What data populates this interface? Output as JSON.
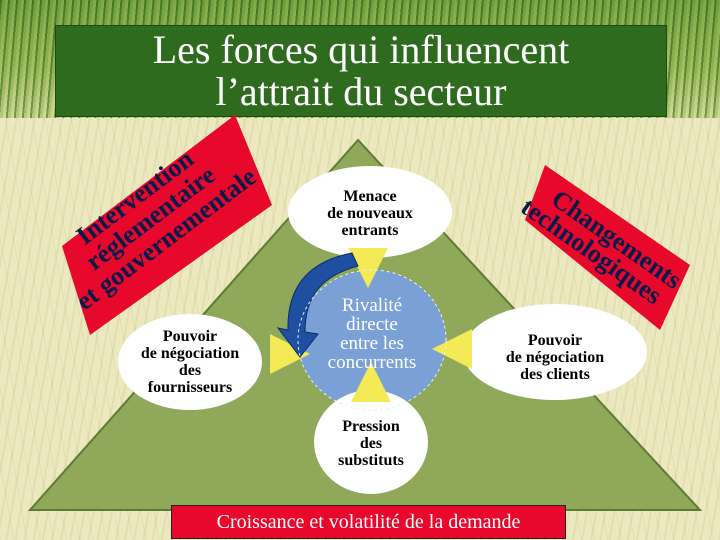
{
  "title": {
    "line1": "Les forces qui influencent",
    "line2": "l’attrait du secteur"
  },
  "forces": {
    "top": {
      "line1": "Menace",
      "line2": "de nouveaux",
      "line3": "entrants"
    },
    "center": {
      "line1": "Rivalité",
      "line2": "directe",
      "line3": "entre les",
      "line4": "concurrents"
    },
    "left": {
      "line1": "Pouvoir",
      "line2": "de négociation",
      "line3": "des",
      "line4": "fournisseurs"
    },
    "right": {
      "line1": "Pouvoir",
      "line2": "de négociation",
      "line3": "des clients"
    },
    "bottom": {
      "line1": "Pression",
      "line2": "des",
      "line3": "substituts"
    }
  },
  "banners": {
    "left": {
      "line1": "Intervention",
      "line2": "réglementaire",
      "line3": "et gouvernementale"
    },
    "right": {
      "line1": "Changements",
      "line2": "technologiques"
    }
  },
  "footer": "Croissance et volatilité de la demande",
  "colors": {
    "title_bg": "#2f6b1e",
    "triangle": "#8fa85a",
    "banner": "#e8082c",
    "arrow": "#f3ea55",
    "curved_arrow": "#1f4fa0"
  }
}
